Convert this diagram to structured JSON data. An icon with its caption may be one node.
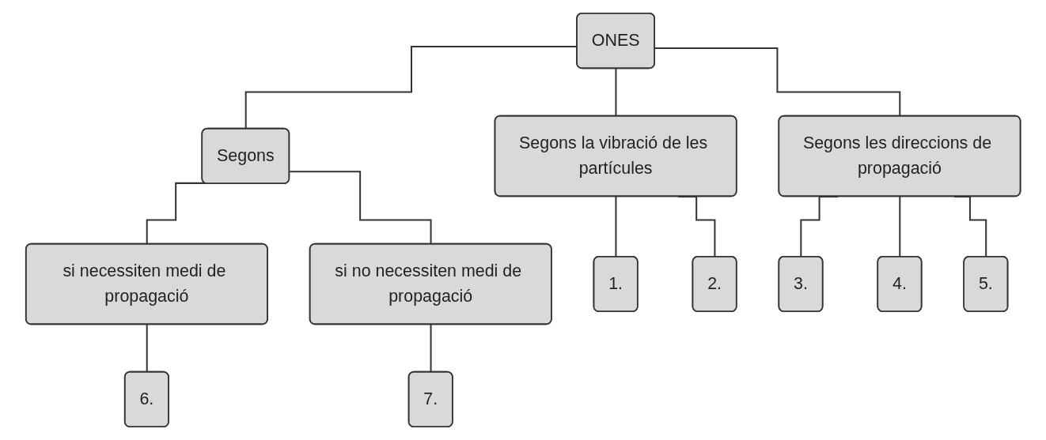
{
  "diagram": {
    "nodes": [
      {
        "text": [
          "ONES"
        ]
      },
      {
        "text": [
          "Segons la vibració de les partícules"
        ]
      },
      {
        "text": [
          "Segons les direccions de propagació"
        ]
      },
      {
        "text": [
          "Segons"
        ]
      },
      {
        "text": [
          "si necessiten medi de propagació"
        ]
      },
      {
        "text": [
          "si no necessiten medi de propagació"
        ]
      },
      {
        "text": [
          "1."
        ]
      },
      {
        "text": [
          "2."
        ]
      },
      {
        "text": [
          "3."
        ]
      },
      {
        "text": [
          "4."
        ]
      },
      {
        "text": [
          "5."
        ]
      },
      {
        "text": [
          "6."
        ]
      },
      {
        "text": [
          "7."
        ]
      }
    ],
    "edges": [
      {
        "from": 0,
        "to": 1,
        "arrow": "none"
      },
      {
        "from": 0,
        "to": 2,
        "arrow": "none"
      },
      {
        "from": 0,
        "to": 3,
        "arrow": "none"
      },
      {
        "from": 1,
        "to": 6,
        "arrow": "none"
      },
      {
        "from": 1,
        "to": 7,
        "arrow": "none"
      },
      {
        "from": 2,
        "to": 8,
        "arrow": "none"
      },
      {
        "from": 2,
        "to": 9,
        "arrow": "none"
      },
      {
        "from": 2,
        "to": 10,
        "arrow": "none"
      },
      {
        "from": 3,
        "to": 4,
        "arrow": "none"
      },
      {
        "from": 3,
        "to": 5,
        "arrow": "none"
      },
      {
        "from": 4,
        "to": 11,
        "arrow": "none"
      },
      {
        "from": 5,
        "to": 12,
        "arrow": "none"
      }
    ]
  }
}
